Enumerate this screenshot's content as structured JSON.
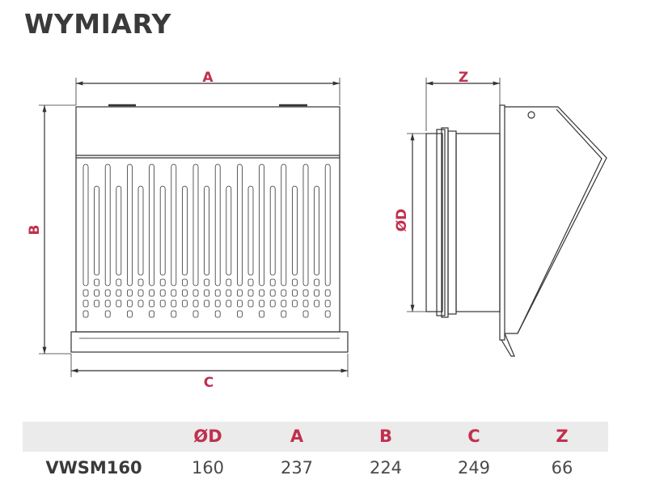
{
  "title": "WYMIARY",
  "drawing": {
    "label_a": "A",
    "label_b": "B",
    "label_c": "C",
    "label_d": "ØD",
    "label_z": "Z"
  },
  "table": {
    "headers": [
      "",
      "ØD",
      "A",
      "B",
      "C",
      "Z"
    ],
    "rows": [
      [
        "VWSM160",
        "160",
        "237",
        "224",
        "249",
        "66"
      ]
    ]
  },
  "colors": {
    "accent": "#c0304f",
    "header_bg": "#ebebeb"
  }
}
